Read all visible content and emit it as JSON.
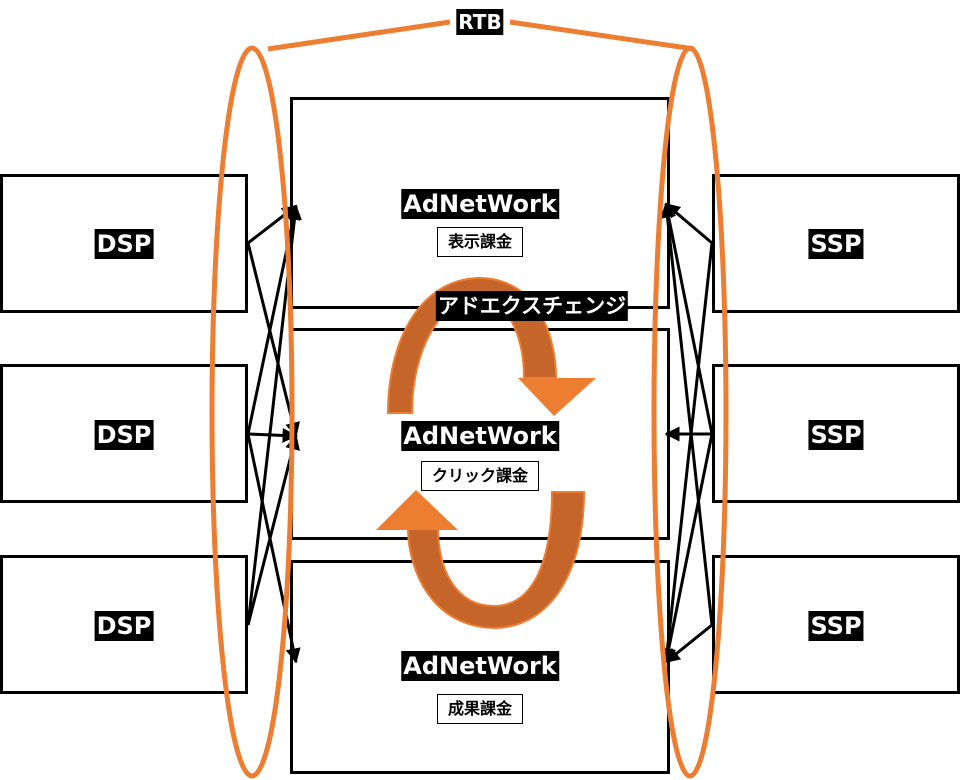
{
  "colors": {
    "orange": "#ED7D31",
    "dark_orange": "#C5652A",
    "line": "#000000"
  },
  "rtb": {
    "label": "RTB"
  },
  "exchange": {
    "label": "アドエクスチェンジ"
  },
  "dsp": [
    {
      "label": "DSP"
    },
    {
      "label": "DSP"
    },
    {
      "label": "DSP"
    }
  ],
  "ssp": [
    {
      "label": "SSP"
    },
    {
      "label": "SSP"
    },
    {
      "label": "SSP"
    }
  ],
  "adnetworks": [
    {
      "label": "AdNetWork",
      "billing": "表示課金"
    },
    {
      "label": "AdNetWork",
      "billing": "クリック課金"
    },
    {
      "label": "AdNetWork",
      "billing": "成果課金"
    }
  ]
}
